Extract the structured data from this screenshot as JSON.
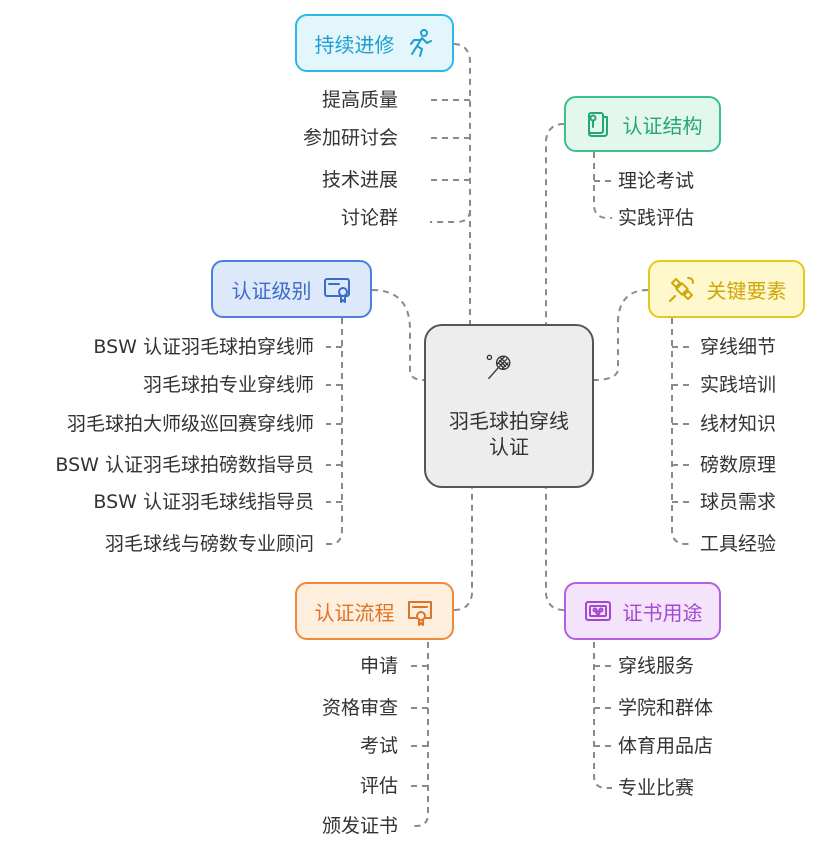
{
  "center": {
    "title": "羽毛球拍穿线认证",
    "icon": "racket-shuttle-icon"
  },
  "branches": {
    "continuing": {
      "title": "持续进修",
      "icon": "runner-icon",
      "color": "#2ab8e6",
      "bg": "#e3f6fc",
      "items": [
        "提高质量",
        "参加研讨会",
        "技术进展",
        "讨论群"
      ]
    },
    "structure": {
      "title": "认证结构",
      "icon": "scroll-icon",
      "color": "#37c28a",
      "bg": "#e4f7ee",
      "items": [
        "理论考试",
        "实践评估"
      ]
    },
    "levels": {
      "title": "认证级别",
      "icon": "certificate-icon",
      "color": "#4a7fe0",
      "bg": "#dde8fb",
      "items": [
        "BSW 认证羽毛球拍穿线师",
        "羽毛球拍专业穿线师",
        "羽毛球拍大师级巡回赛穿线师",
        "BSW 认证羽毛球拍磅数指导员",
        "BSW 认证羽毛球线指导员",
        "羽毛球线与磅数专业顾问"
      ]
    },
    "elements": {
      "title": "关键要素",
      "icon": "satellite-icon",
      "color": "#e6c817",
      "bg": "#fff8cc",
      "items": [
        "穿线细节",
        "实践培训",
        "线材知识",
        "磅数原理",
        "球员需求",
        "工具经验"
      ]
    },
    "process": {
      "title": "认证流程",
      "icon": "diploma-icon",
      "color": "#ef8a3c",
      "bg": "#fdeede",
      "items": [
        "申请",
        "资格审查",
        "考试",
        "评估",
        "颁发证书"
      ]
    },
    "uses": {
      "title": "证书用途",
      "icon": "framed-picture-icon",
      "color": "#b65ee0",
      "bg": "#f4e4fb",
      "items": [
        "穿线服务",
        "学院和群体",
        "体育用品店",
        "专业比赛"
      ]
    }
  }
}
